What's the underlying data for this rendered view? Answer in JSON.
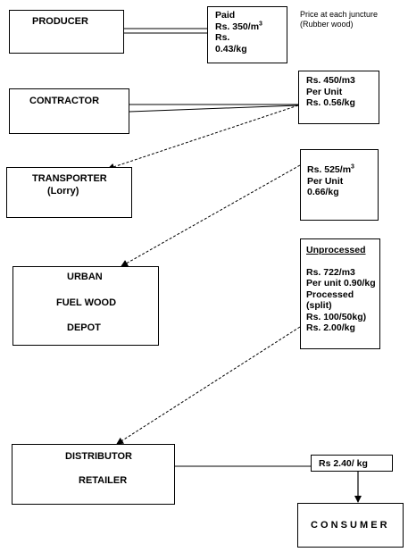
{
  "note": {
    "line1": "Price at each juncture",
    "line2": "(Rubber wood)"
  },
  "actors": {
    "producer": "PRODUCER",
    "contractor": "CONTRACTOR",
    "transporter_line1": "TRANSPORTER",
    "transporter_line2": "(Lorry)",
    "depot_line1": "URBAN",
    "depot_line2": "FUEL WOOD",
    "depot_line3": "DEPOT",
    "distributor_line1": "DISTRIBUTOR",
    "distributor_line2": "RETAILER",
    "consumer": "C O N S U M E R"
  },
  "prices": {
    "producer": {
      "line1": "Paid",
      "line2_prefix": "Rs. 350/m",
      "line2_sup": "3",
      "line3": "Rs.",
      "line4": "0.43/kg"
    },
    "contractor": {
      "line1": "Rs. 450/m3",
      "line2": "Per Unit",
      "line3": "Rs. 0.56/kg"
    },
    "transporter": {
      "line1_prefix": "Rs. 525/m",
      "line1_sup": "3",
      "line2": "Per Unit",
      "line3": "0.66/kg"
    },
    "depot": {
      "line1": "Unprocessed",
      "line2": "Rs. 722/m3",
      "line3": "Per unit 0.90/kg",
      "line4": "Processed",
      "line5": "(split)",
      "line6": "Rs. 100/50kg)",
      "line7": "Rs. 2.00/kg"
    },
    "distributor": {
      "line1": "Rs 2.40/ kg"
    }
  }
}
